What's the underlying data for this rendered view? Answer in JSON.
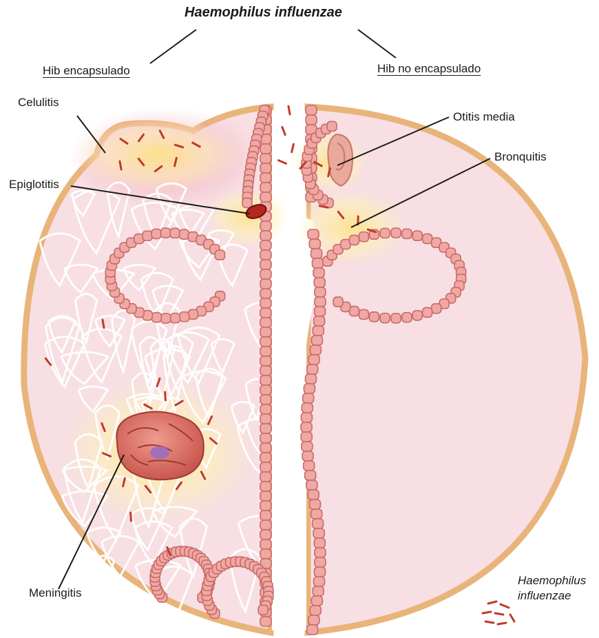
{
  "title": "Haemophilus influenzae",
  "branches": {
    "encapsulated": "Hib encapsulado",
    "non_encapsulated": "Hib no encapsulado"
  },
  "labels": {
    "celulitis": "Celulitis",
    "epiglotitis": "Epiglotitis",
    "meningitis": "Meningitis",
    "otitis": "Otitis media",
    "bronquitis": "Bronquitis"
  },
  "legend": {
    "line1": "Haemophilus",
    "line2": "influenzae"
  },
  "colors": {
    "outline": "#e8b47a",
    "tissue": "#f7dfe3",
    "cell_fill": "#f0a8a4",
    "cell_stroke": "#c76b68",
    "bacteria": "#c0392b",
    "inflammation": "#fbe59a"
  }
}
